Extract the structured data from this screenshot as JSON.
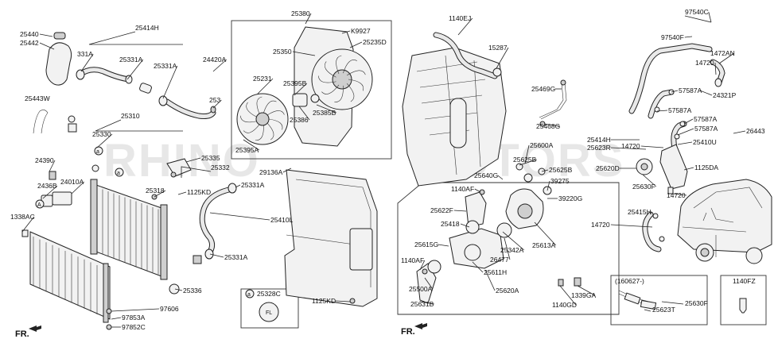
{
  "diagram": {
    "watermark_left": "RHINO",
    "watermark_right": "MOTORS",
    "front_marker": "FR.",
    "left_section": {
      "labels": [
        "25440",
        "25442",
        "25414H",
        "331A",
        "25331A",
        "25331A",
        "24420A",
        "253",
        "25443W",
        "25310",
        "25330",
        "24390",
        "24010A",
        "2436B",
        "1338AC",
        "25335",
        "25332",
        "25318",
        "1125KD",
        "25336",
        "97606",
        "97853A",
        "97852C"
      ]
    },
    "fan_section": {
      "labels": [
        "25380",
        "K9927",
        "25235D",
        "25350",
        "25231",
        "25395B",
        "25386",
        "25385B",
        "25395A"
      ]
    },
    "radiator_hose_section": {
      "labels": [
        "25331A",
        "29136A",
        "25410L",
        "25331A",
        "1125KD"
      ]
    },
    "legend_box": {
      "callout": "a",
      "part_no": "25328C"
    },
    "engine_section": {
      "labels": [
        "1140EJ",
        "15287",
        "25469G",
        "25468G",
        "25600A",
        "25625B",
        "25640G",
        "25625B",
        "1140AF",
        "39275",
        "39220G",
        "25622F",
        "25418",
        "25615G",
        "26477",
        "25342A",
        "25613A",
        "1140AF",
        "25611H",
        "25500A",
        "25620A",
        "25631B",
        "1140GD",
        "1339GA"
      ]
    },
    "right_section": {
      "labels": [
        "97540C",
        "97540F",
        "1472AN",
        "14720",
        "24321P",
        "57587A",
        "57587A",
        "57587A",
        "57587A",
        "26443",
        "25410U",
        "25414H",
        "25623R",
        "14720",
        "25620D",
        "25630F",
        "1125DA",
        "14720",
        "25415H",
        "14720"
      ]
    },
    "inset_box": {
      "date_code": "(160627-)",
      "labels": [
        "25623T",
        "25630F"
      ]
    },
    "bolt_box": {
      "label": "1140FZ"
    }
  }
}
